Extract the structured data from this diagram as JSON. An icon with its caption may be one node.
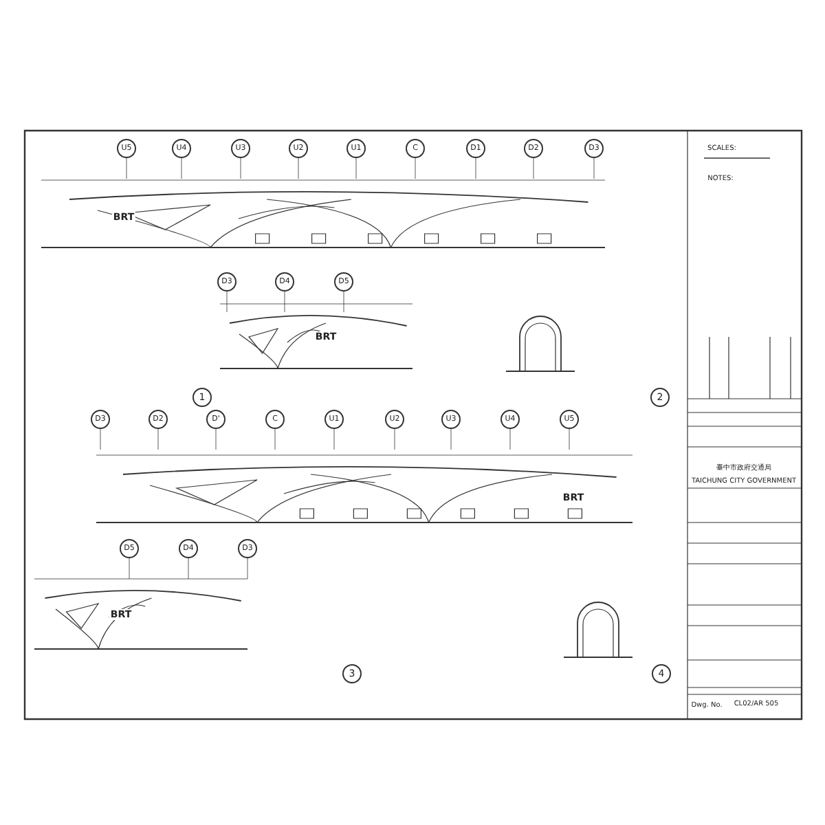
{
  "diagram": {
    "labels": [
      "U5",
      "U4",
      "U3",
      "U2",
      "U1",
      "C",
      "D1",
      "D2",
      "D3",
      "D3",
      "D4",
      "D5",
      "D3",
      "D2",
      "D'",
      "C",
      "U1",
      "U2",
      "U3",
      "U4",
      "U5",
      "D5",
      "D4",
      "D3",
      "1",
      "2",
      "3",
      "4",
      "BRT",
      "BRT",
      "BRT",
      "BRT",
      "SCALES:",
      "NOTES:",
      "臺中市政府交通局",
      "TAICHUNG CITY GOVERNMENT",
      "Dwg. No.",
      "CL02/AR 505"
    ]
  }
}
